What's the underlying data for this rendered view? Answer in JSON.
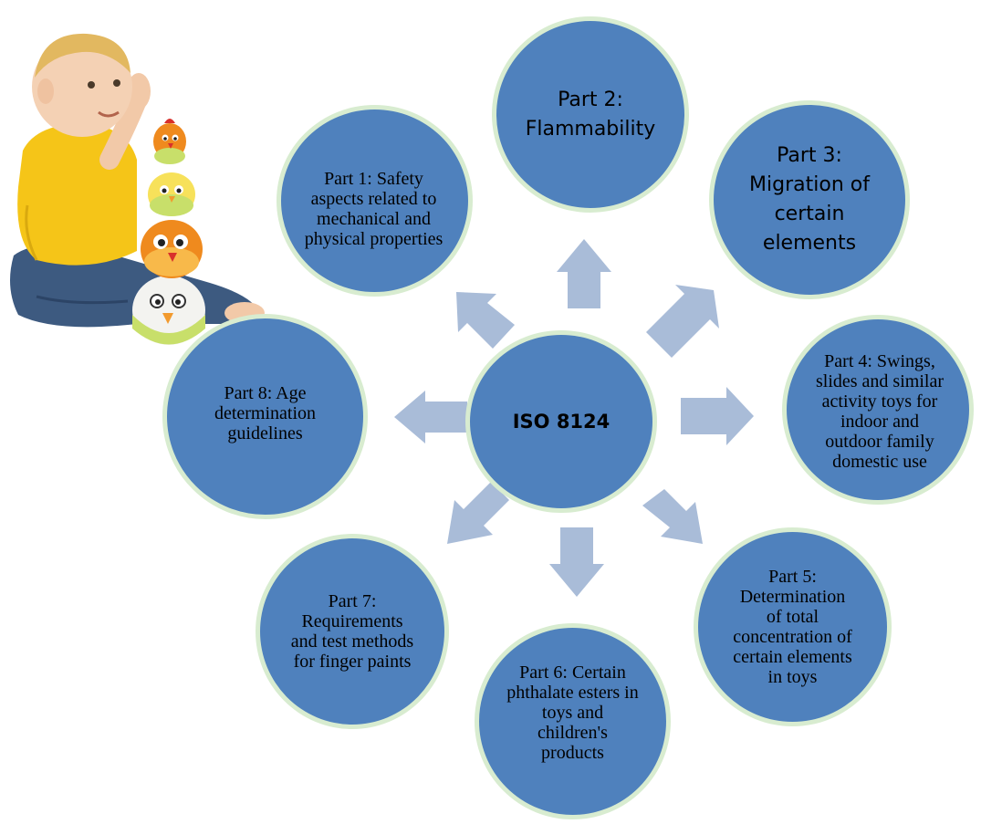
{
  "center": {
    "label": "ISO 8124"
  },
  "parts": {
    "p1": {
      "label": "Part 1: Safety aspects related to mechanical and physical properties"
    },
    "p2": {
      "label": "Part 2: Flammability"
    },
    "p3": {
      "label": "Part 3: Migration of certain elements"
    },
    "p4": {
      "label": "Part 4: Swings, slides and similar activity toys for indoor and outdoor family domestic use"
    },
    "p5": {
      "label": "Part 5: Determination of total concentration of certain elements in toys"
    },
    "p6": {
      "label": "Part 6: Certain phthalate esters in toys and children's products"
    },
    "p7": {
      "label": "Part 7: Requirements and test methods for finger paints"
    },
    "p8": {
      "label": "Part 8: Age determination guidelines"
    }
  },
  "colors": {
    "node_fill": "#4f81bd",
    "node_border": "#d8ecd0",
    "arrow_fill": "#a9bcd8"
  },
  "image": {
    "subject": "baby-with-stacking-chick-toy"
  }
}
